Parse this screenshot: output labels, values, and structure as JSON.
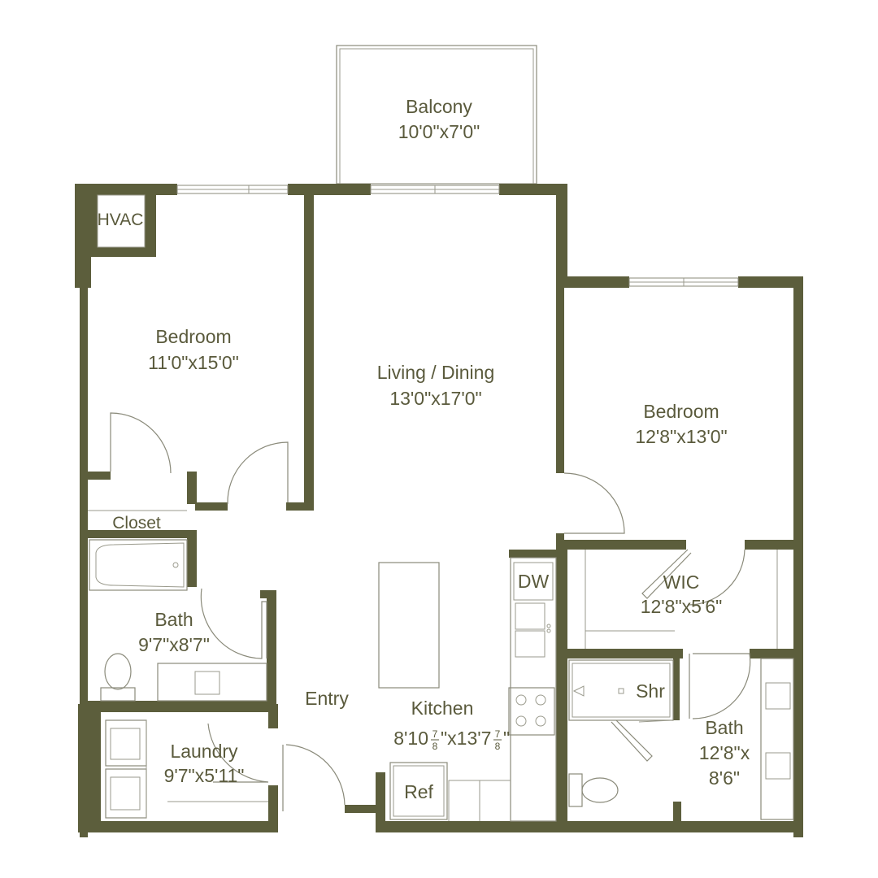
{
  "colors": {
    "wall": "#5c5e3c",
    "text": "#5a5a3c",
    "fixture": "#8a8a7a"
  },
  "rooms": {
    "balcony": {
      "name": "Balcony",
      "dims": "10'0\"x7'0\""
    },
    "hvac": {
      "name": "HVAC"
    },
    "bedroom1": {
      "name": "Bedroom",
      "dims": "11'0\"x15'0\""
    },
    "living": {
      "name": "Living / Dining",
      "dims": "13'0\"x17'0\""
    },
    "bedroom2": {
      "name": "Bedroom",
      "dims": "12'8\"x13'0\""
    },
    "closet": {
      "name": "Closet"
    },
    "wic": {
      "name": "WIC",
      "dims": "12'8\"x5'6\""
    },
    "dw": {
      "name": "DW"
    },
    "bath1": {
      "name": "Bath",
      "dims": "9'7\"x8'7\""
    },
    "entry": {
      "name": "Entry"
    },
    "kitchen": {
      "name": "Kitchen",
      "dims_a": "8'10 ",
      "frac_a_num": "7",
      "frac_a_den": "8",
      "dims_b": "\"x13'7 ",
      "frac_b_num": "7",
      "frac_b_den": "8",
      "dims_c": "\""
    },
    "shr": {
      "name": "Shr"
    },
    "bath2": {
      "name": "Bath",
      "dims_line1": "12'8\"x",
      "dims_line2": "8'6\""
    },
    "laundry": {
      "name": "Laundry",
      "dims": "9'7\"x5'11\""
    },
    "ref": {
      "name": "Ref"
    }
  }
}
